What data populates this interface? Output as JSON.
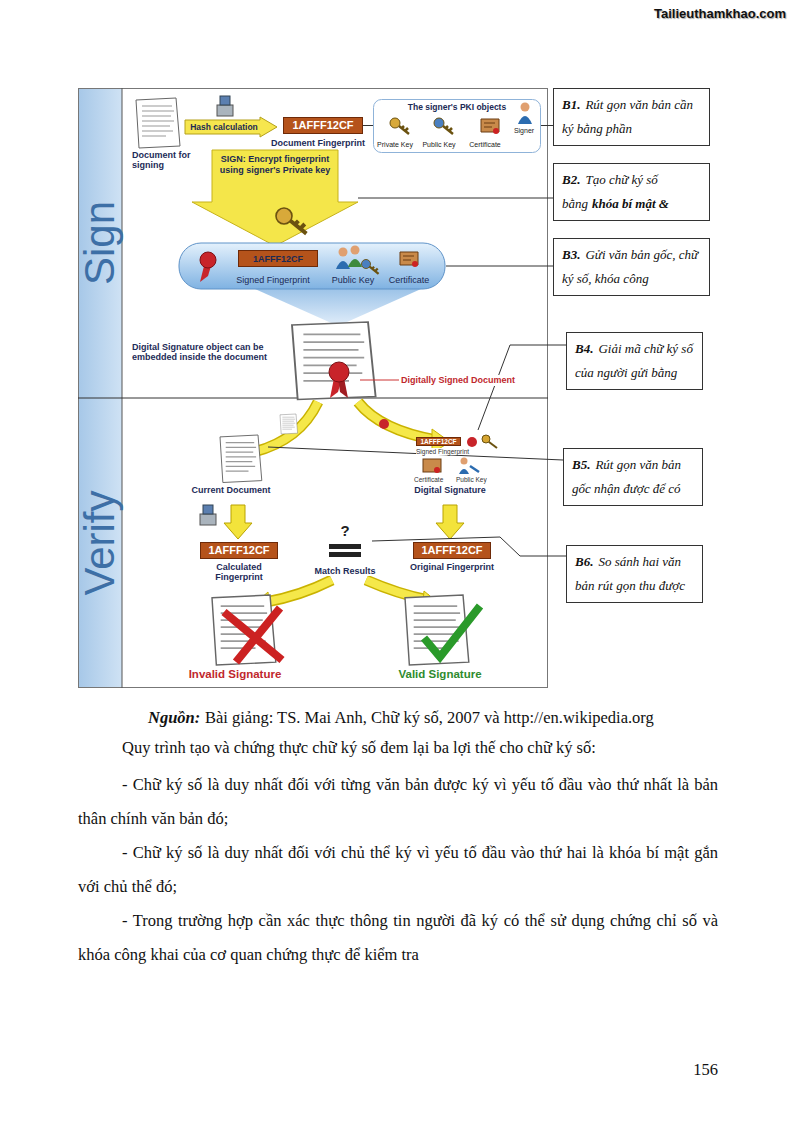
{
  "diagram": {
    "nodes": [
      {
        "text": [
          "Hash calculation"
        ]
      },
      {
        "text": [
          "1AFFF12CF"
        ]
      },
      {
        "text": [
          "The signer's PKI objects",
          "Private Key",
          "Public Key",
          "Certificate",
          "Signer"
        ]
      },
      {
        "text": [
          "B1.",
          "Rút gọn văn bản cần ký bằng phần"
        ]
      },
      {
        "text": [
          "SIGN: Encrypt fingerprint using signer's Private key"
        ]
      },
      {
        "text": [
          "B2.",
          "Tạo chữ ký số bằng",
          "khóa bí mật &"
        ]
      },
      {
        "text": [
          "Signed Fingerprint",
          "Public Key",
          "Certificate"
        ]
      },
      {
        "text": [
          "1AFFF12CF"
        ],
        "in": 6
      },
      {
        "text": [
          "B3.",
          "Gửi văn bản gốc, chữ ký số, khóa công"
        ]
      },
      {
        "text": [
          "B4.",
          "Giải mã chữ ký số của người gửi bằng"
        ]
      },
      {
        "text": [
          "1AFFF12CF"
        ]
      },
      {
        "text": [
          "B5.",
          "Rút gọn văn bản gốc nhận được để có"
        ]
      },
      {
        "text": [
          "1AFFF12CF"
        ]
      },
      {
        "text": [
          "1AFFF12CF"
        ]
      },
      {
        "text": [
          "B6.",
          "So sánh hai văn bản rút gọn thu được"
        ]
      }
    ],
    "edges": [
      {
        "from": 3,
        "to": 1,
        "arrow": "none"
      },
      {
        "from": 5,
        "to": 4,
        "arrow": "none"
      },
      {
        "from": 8,
        "to": 6,
        "arrow": "none"
      }
    ],
    "labels": [
      "Tailieuthamkhao.com",
      "Sign",
      "Verify",
      "Document for signing",
      "Document Fingerprint",
      "Digital Signature object can be embedded inside the document",
      "Digitally Signed Document",
      "Signed Fingerprint",
      "Certificate",
      "Public Key",
      "Current Document",
      "Digital Signature",
      "Calculated Fingerprint",
      "?",
      "Match Results",
      "Original Fingerprint",
      "Invalid Signature",
      "Valid Signature",
      "Nguồn:",
      "Bài giảng: TS. Mai Anh, Chữ ký số, 2007 và http://en.wikipedia.org",
      "Quy trình tạo và chứng thực chữ ký số đem lại ba lợi thế cho chữ ký số:",
      "- Chữ ký số là duy nhất đối với từng văn bản được ký vì yếu tố đầu vào thứ nhất là bản thân chính văn bản đó;",
      "- Chữ ký số là duy nhất đối với chủ thể ký vì yếu tố đầu vào thứ hai là khóa bí mật gắn với chủ thể đó;",
      "- Trong trường hợp cần xác thực thông tin người đã ký có thể sử dụng chứng chỉ số và khóa công khai của cơ quan chứng thực để kiểm tra",
      "156"
    ]
  }
}
